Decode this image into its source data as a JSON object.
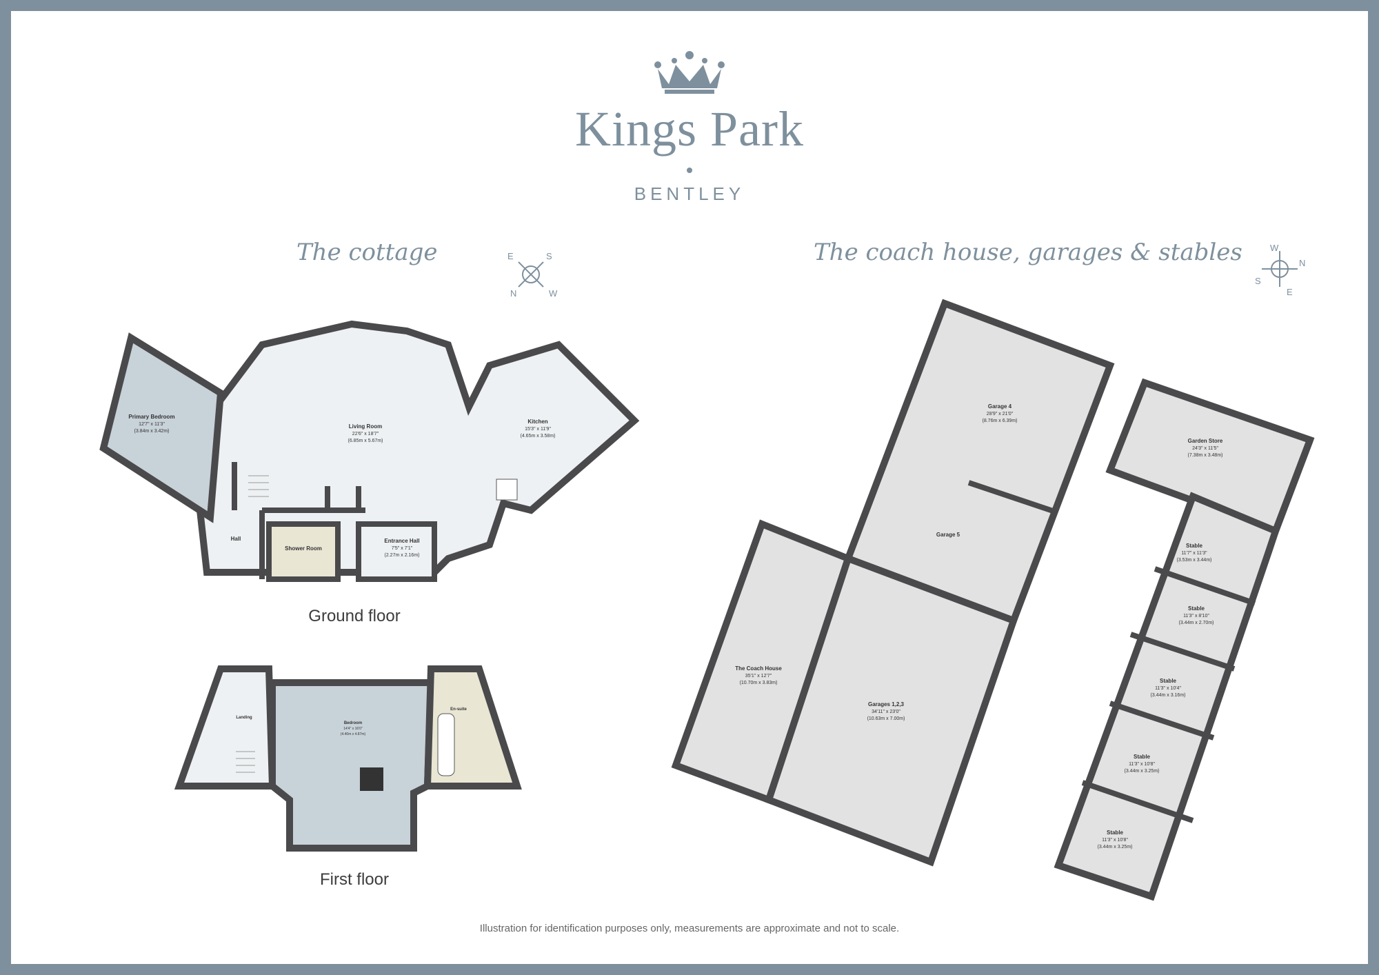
{
  "brand": {
    "name": "Kings Park",
    "location": "BENTLEY"
  },
  "sections": {
    "cottage": "The cottage",
    "coach": "The coach house, garages & stables"
  },
  "floors": {
    "ground": "Ground floor",
    "first": "First floor"
  },
  "rooms": {
    "primary_bedroom": {
      "name": "Primary Bedroom",
      "imp": "12'7\" x 11'3\"",
      "met": "(3.84m x 3.42m)"
    },
    "living_room": {
      "name": "Living Room",
      "imp": "22'6\" x 18'7\"",
      "met": "(6.85m x 5.67m)"
    },
    "kitchen": {
      "name": "Kitchen",
      "imp": "15'3\" x 11'9\"",
      "met": "(4.65m x 3.58m)"
    },
    "hall": {
      "name": "Hall"
    },
    "shower_room": {
      "name": "Shower Room"
    },
    "entrance_hall": {
      "name": "Entrance Hall",
      "imp": "7'5\" x 7'1\"",
      "met": "(2.27m x 2.16m)"
    },
    "landing": {
      "name": "Landing"
    },
    "bedroom": {
      "name": "Bedroom",
      "imp": "14'4\" x 16'0\"",
      "met": "(4.40m x 4.87m)"
    },
    "ensuite": {
      "name": "En-suite"
    },
    "garage4": {
      "name": "Garage 4",
      "imp": "28'9\" x 21'0\"",
      "met": "(8.76m x 6.39m)"
    },
    "garage5": {
      "name": "Garage 5"
    },
    "coach_house": {
      "name": "The Coach House",
      "imp": "35'1\" x 12'7\"",
      "met": "(10.70m x 3.83m)"
    },
    "garages123": {
      "name": "Garages 1,2,3",
      "imp": "34'11\" x 23'0\"",
      "met": "(10.63m x 7.00m)"
    },
    "garden_store": {
      "name": "Garden Store",
      "imp": "24'3\" x 11'5\"",
      "met": "(7.38m x 3.48m)"
    },
    "stables": [
      {
        "name": "Stable",
        "imp": "11'7\" x 11'3\"",
        "met": "(3.53m x 3.44m)"
      },
      {
        "name": "Stable",
        "imp": "11'3\" x 8'10\"",
        "met": "(3.44m x 2.70m)"
      },
      {
        "name": "Stable",
        "imp": "11'3\" x 10'4\"",
        "met": "(3.44m x 3.16m)"
      },
      {
        "name": "Stable",
        "imp": "11'3\" x 10'8\"",
        "met": "(3.44m x 3.25m)"
      },
      {
        "name": "Stable",
        "imp": "11'3\" x 10'8\"",
        "met": "(3.44m x 3.25m)"
      }
    ]
  },
  "compass": {
    "cottage": [
      "S",
      "W",
      "N",
      "E"
    ],
    "coach": [
      "W",
      "N",
      "E",
      "S"
    ]
  },
  "colors": {
    "frame": "#7e909d",
    "wall": "#4a4a4c",
    "bedroom_fill": "#c8d2d9",
    "living_fill": "#eef1f3",
    "wet_fill": "#e9e6d4",
    "outbuilding_fill": "#e2e2e2"
  },
  "footer": "Illustration for identification purposes only, measurements are approximate and not to scale."
}
